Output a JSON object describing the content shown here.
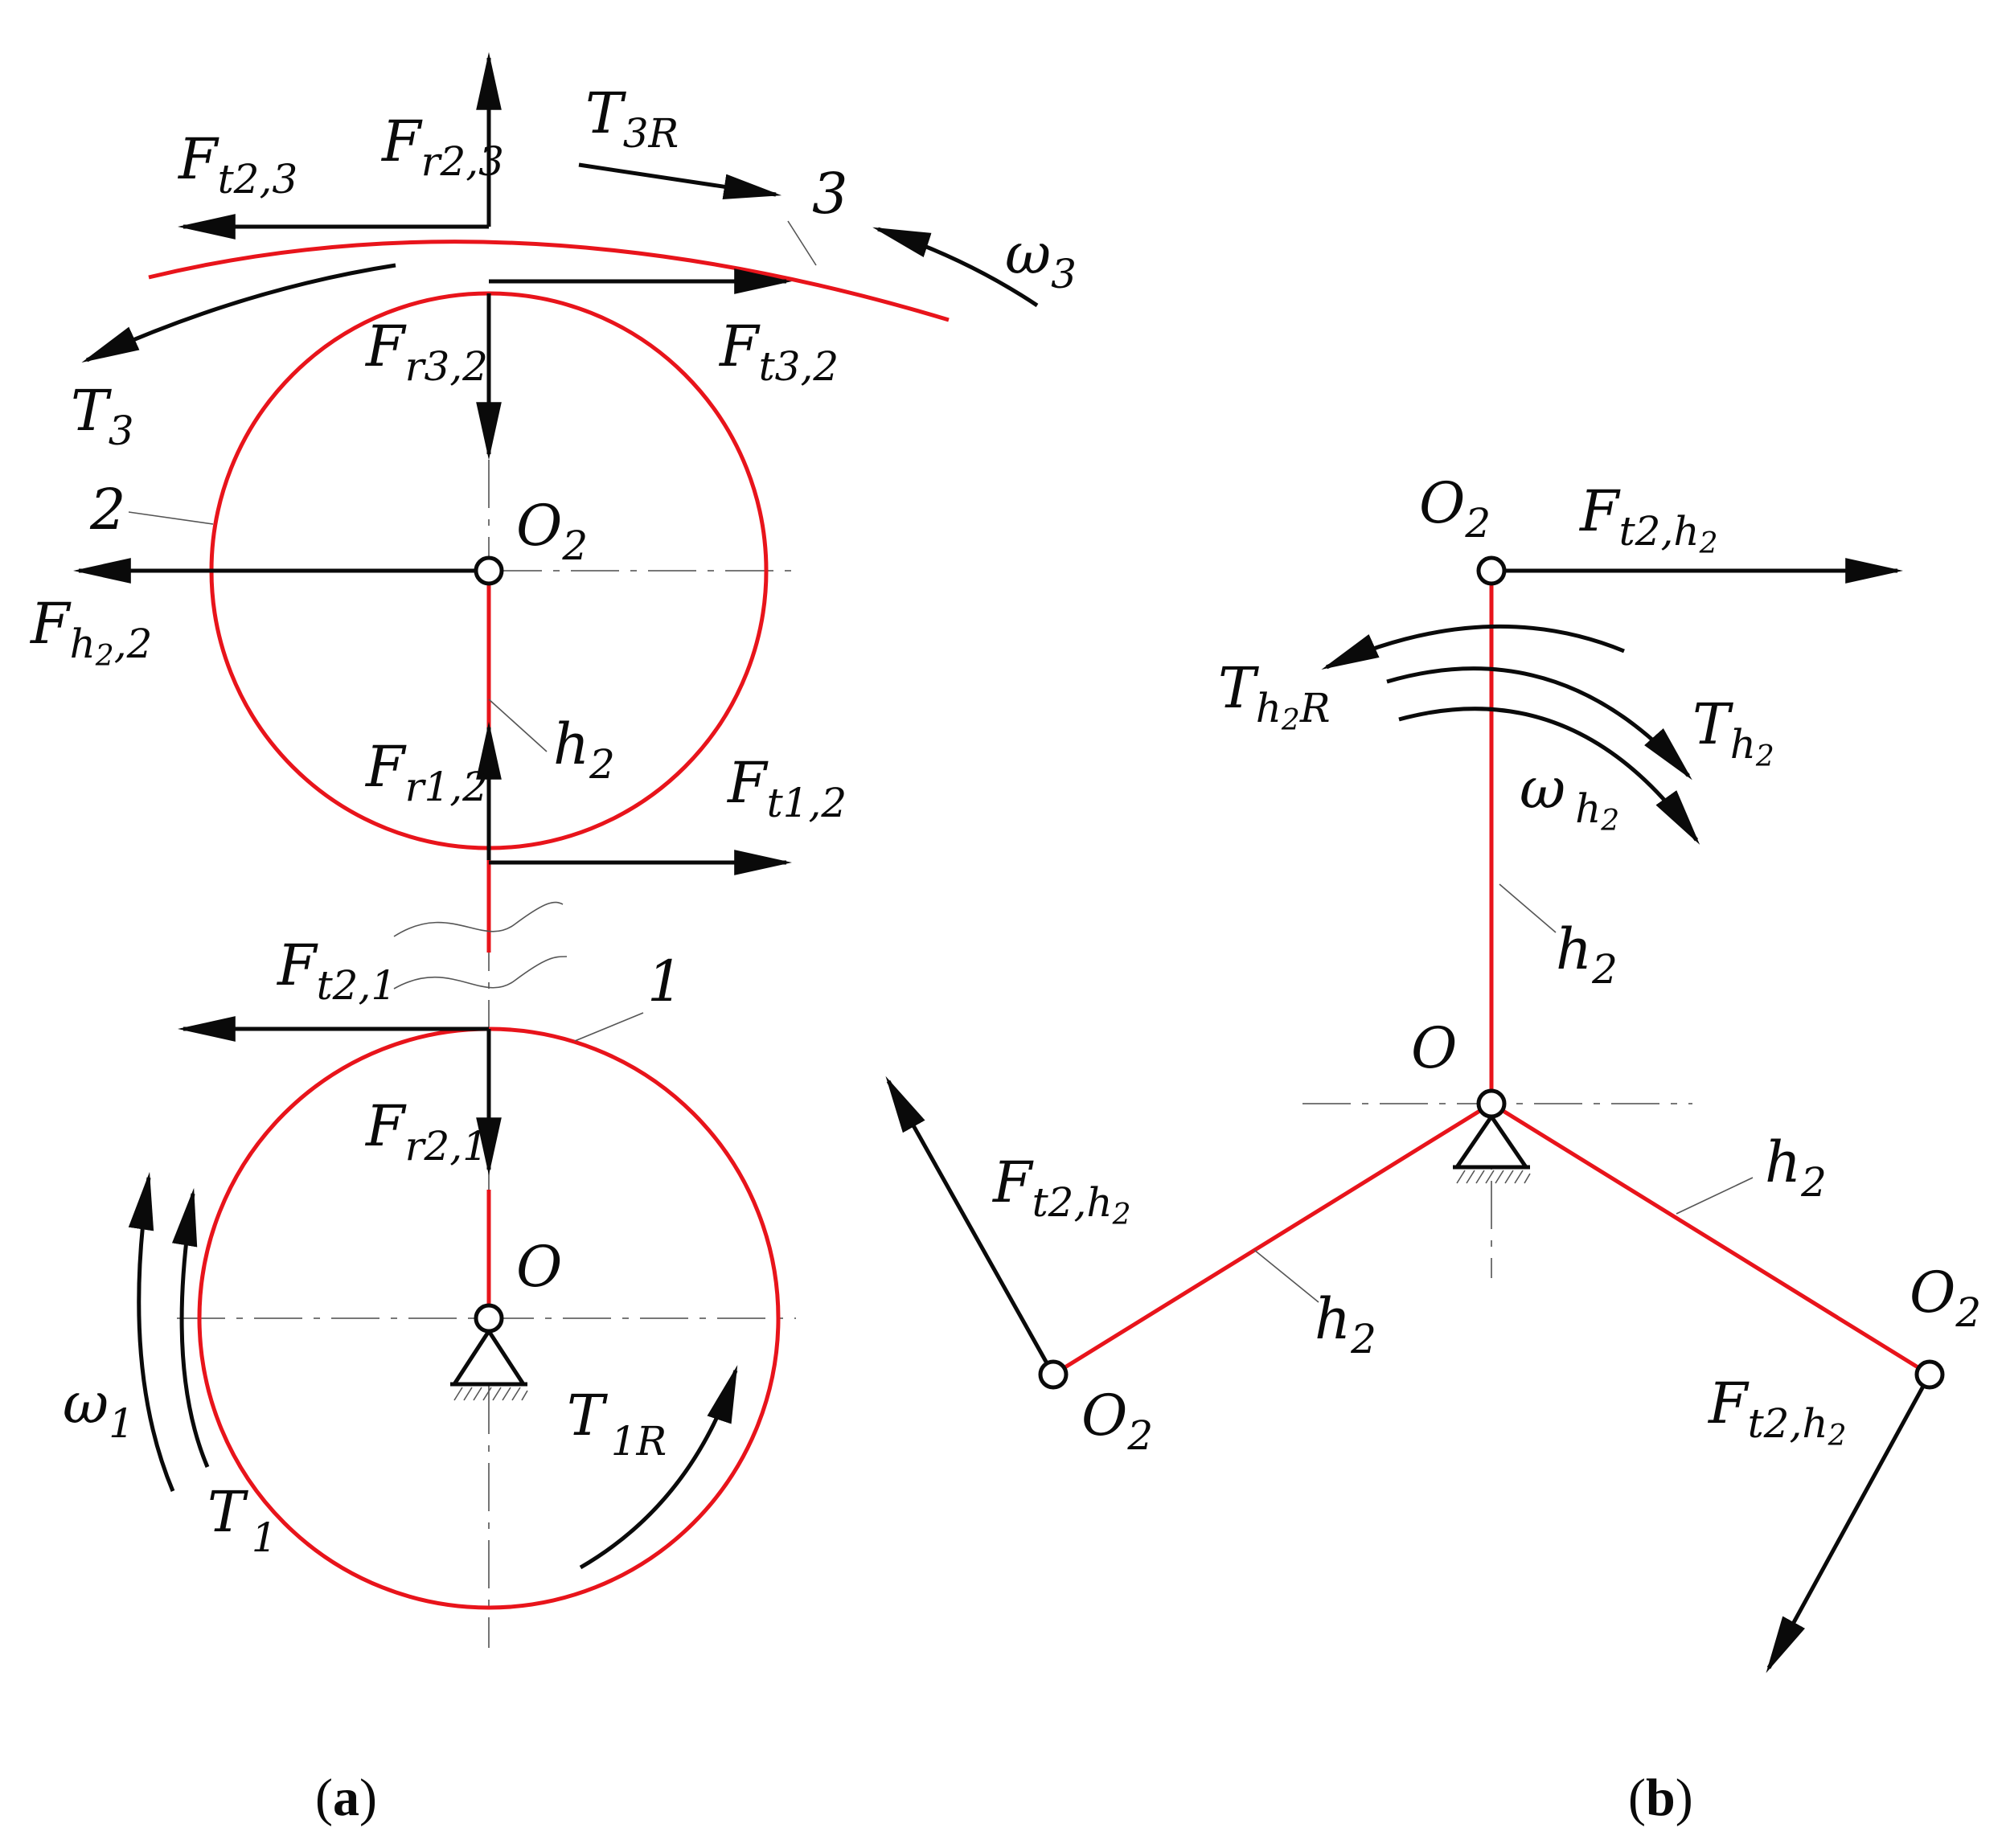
{
  "colors": {
    "gear": "#e8141b",
    "force": "#0a0a0a"
  },
  "panel_a": {
    "caption_open": "(",
    "caption_letter": "a",
    "caption_close": ")",
    "gear_labels": {
      "sun": "1",
      "planet": "2",
      "ring": "3"
    },
    "points": {
      "O2": {
        "main": "O",
        "sub": "2"
      },
      "O": {
        "main": "O"
      }
    },
    "arm_label": {
      "main": "h",
      "sub": "2"
    },
    "forces": {
      "Ft23": {
        "main": "F",
        "sub": "t2,3"
      },
      "Fr23": {
        "main": "F",
        "sub": "r2,3"
      },
      "T3R": {
        "main": "T",
        "sub": "3R"
      },
      "Fr32": {
        "main": "F",
        "sub": "r3,2"
      },
      "Ft32": {
        "main": "F",
        "sub": "t3,2"
      },
      "T3": {
        "main": "T",
        "sub": "3"
      },
      "w3": {
        "main": "ω",
        "sub": "3"
      },
      "Fh22": {
        "main": "F",
        "sub1": "h",
        "sub2": "2",
        "sub3": ",2"
      },
      "Fr12": {
        "main": "F",
        "sub": "r1,2"
      },
      "Ft12": {
        "main": "F",
        "sub": "t1,2"
      },
      "Ft21": {
        "main": "F",
        "sub": "t2,1"
      },
      "Fr21": {
        "main": "F",
        "sub": "r2,1"
      },
      "w1": {
        "main": "ω",
        "sub": "1"
      },
      "T1": {
        "main": "T",
        "sub": "1"
      },
      "T1R": {
        "main": "T",
        "sub": "1R"
      }
    }
  },
  "panel_b": {
    "caption_open": "(",
    "caption_letter": "b",
    "caption_close": ")",
    "points": {
      "O2": {
        "main": "O",
        "sub": "2"
      },
      "O": {
        "main": "O"
      }
    },
    "arm_label": {
      "main": "h",
      "sub": "2"
    },
    "forces": {
      "Ft2h2": {
        "main": "F",
        "sub1": "t2,h",
        "sub2": "2"
      },
      "Th2R": {
        "main": "T",
        "sub1": "h",
        "sub2": "2",
        "sub3": "R"
      },
      "Th2": {
        "main": "T",
        "sub1": "h",
        "sub2": "2"
      },
      "wh2": {
        "main": "ω",
        "sub1": "h",
        "sub2": "2"
      }
    }
  }
}
